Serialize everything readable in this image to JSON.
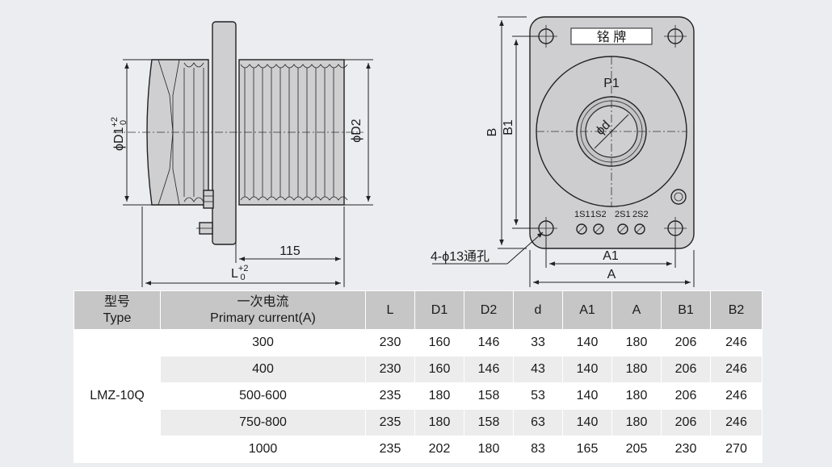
{
  "side_view": {
    "d1_label": "ϕD1",
    "d1_tol_upper": "+2",
    "d1_tol_lower": "0",
    "d2_label": "ϕD2",
    "dim_115": "115",
    "l_label": "L",
    "l_tol_upper": "+2",
    "l_tol_lower": "0"
  },
  "front_view": {
    "nameplate": "铭 牌",
    "p1": "P1",
    "d_label": "ϕd",
    "b_label": "B",
    "b1_label": "B1",
    "a1_label": "A1",
    "a_label": "A",
    "hole_note": "4-ϕ13通孔",
    "terminals": [
      "1S1",
      "1S2",
      "2S1",
      "2S2"
    ]
  },
  "table": {
    "header_type_cn": "型号",
    "header_type_en": "Type",
    "header_current_cn": "一次电流",
    "header_current_en": "Primary current(A)",
    "columns": [
      "L",
      "D1",
      "D2",
      "d",
      "A1",
      "A",
      "B1",
      "B2"
    ],
    "model": "LMZ-10Q",
    "rows": [
      {
        "current": "300",
        "values": [
          "230",
          "160",
          "146",
          "33",
          "140",
          "180",
          "206",
          "246"
        ]
      },
      {
        "current": "400",
        "values": [
          "230",
          "160",
          "146",
          "43",
          "140",
          "180",
          "206",
          "246"
        ]
      },
      {
        "current": "500-600",
        "values": [
          "235",
          "180",
          "158",
          "53",
          "140",
          "180",
          "206",
          "246"
        ]
      },
      {
        "current": "750-800",
        "values": [
          "235",
          "180",
          "158",
          "63",
          "140",
          "180",
          "206",
          "246"
        ]
      },
      {
        "current": "1000",
        "values": [
          "235",
          "202",
          "180",
          "83",
          "165",
          "205",
          "230",
          "270"
        ]
      }
    ]
  }
}
